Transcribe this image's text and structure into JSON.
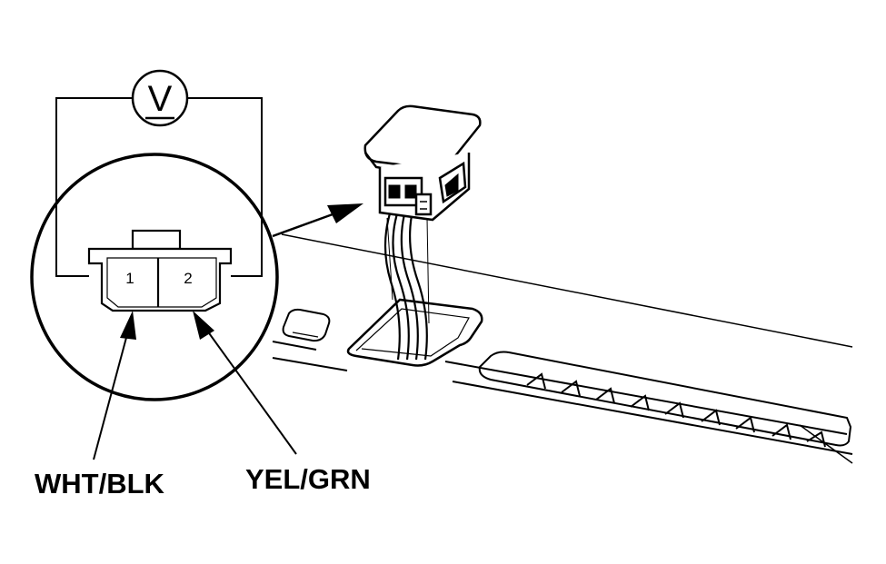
{
  "meter": {
    "symbol": "V",
    "icon": "voltmeter-icon"
  },
  "connector": {
    "pins": [
      {
        "number": "1"
      },
      {
        "number": "2"
      }
    ]
  },
  "wires": [
    {
      "label": "WHT/BLK"
    },
    {
      "label": "YEL/GRN"
    }
  ],
  "colors": {
    "ink": "#000000",
    "paper": "#ffffff"
  }
}
